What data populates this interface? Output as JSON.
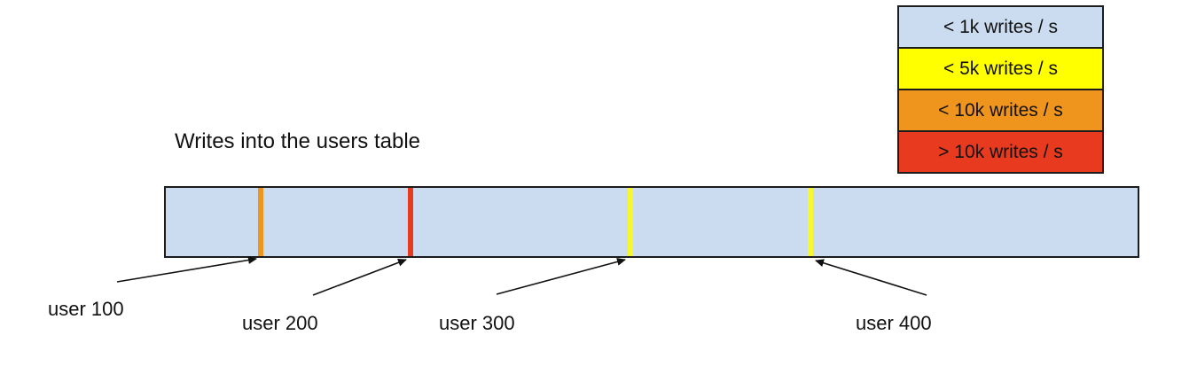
{
  "diagram": {
    "title": "Writes into the users table",
    "bar": {
      "fill_color": "#ccdcf0",
      "border_color": "#1c1c1c"
    },
    "markers": [
      {
        "label": "user 100",
        "line_color": "#ef941d",
        "rate_category": "< 10k writes / s"
      },
      {
        "label": "user 200",
        "line_color": "#e83a1f",
        "rate_category": "> 10k writes / s"
      },
      {
        "label": "user 300",
        "line_color": "#f6f72d",
        "rate_category": "< 5k writes / s"
      },
      {
        "label": "user 400",
        "line_color": "#f6f72d",
        "rate_category": "< 5k writes / s"
      }
    ],
    "legend": {
      "items": [
        {
          "label": "< 1k writes / s",
          "color": "#ccdcf0"
        },
        {
          "label": "< 5k writes / s",
          "color": "#ffff00"
        },
        {
          "label": "< 10k writes / s",
          "color": "#ef941d"
        },
        {
          "label": "> 10k writes / s",
          "color": "#e83a1f"
        }
      ]
    }
  }
}
